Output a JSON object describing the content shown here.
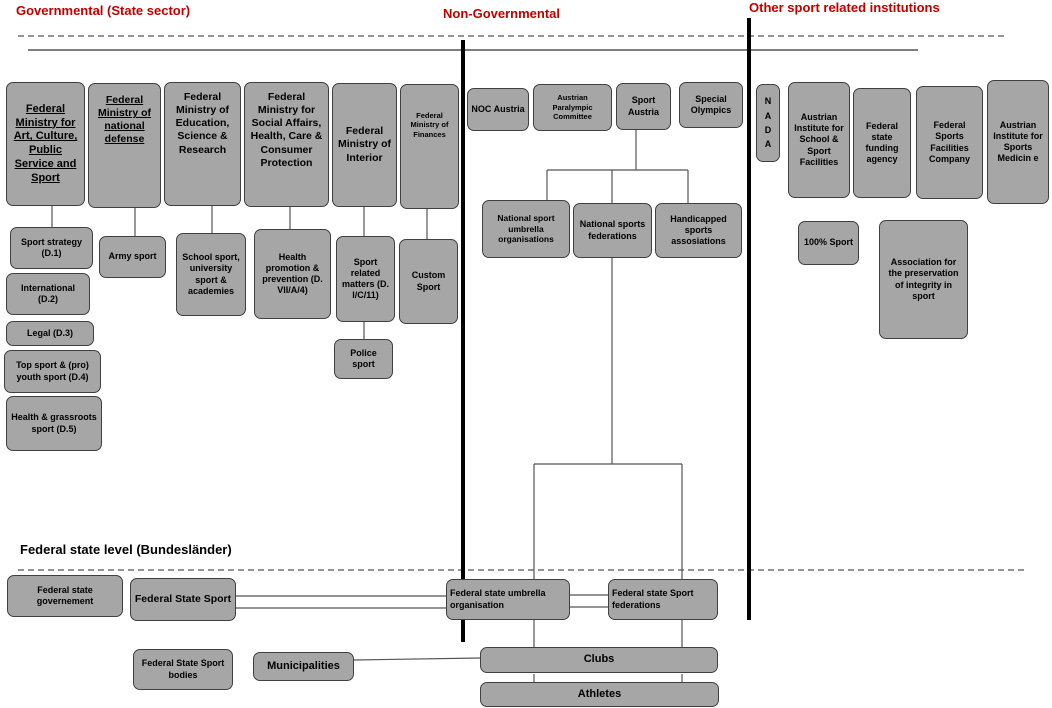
{
  "sections": {
    "governmental": "Governmental (State sector)",
    "non_governmental": "Non-Governmental",
    "other": "Other sport related institutions",
    "federal_state_level": "Federal state level (Bundesländer)"
  },
  "ministries": {
    "art_culture": "Federal Ministry for Art, Culture, Public Service and Sport",
    "defense": "Federal Ministry of national defense",
    "education": "Federal Ministry of Education, Science & Research",
    "social": "Federal Ministry for Social Affairs, Health, Care & Consumer Protection",
    "interior": "Federal Ministry of Interior",
    "finances": "Federal Ministry of Finances"
  },
  "departments": {
    "d1": "Sport strategy (D.1)",
    "d2": "International (D.2)",
    "d3": "Legal (D.3)",
    "d4": "Top sport & (pro) youth sport (D.4)",
    "d5": "Health & grassroots sport (D.5)",
    "army": "Army sport",
    "school": "School sport, university sport & academies",
    "health": "Health promotion & prevention (D. VII/A/4)",
    "sport_related": "Sport related matters (D. I/C/11)",
    "police": "Police sport",
    "custom": "Custom Sport"
  },
  "non_gov": {
    "noc": "NOC Austria",
    "paralympic": "Austrian Paralympic Committee",
    "sport_austria": "Sport Austria",
    "special_olympics": "Special Olympics",
    "umbrella": "National sport umbrella organisations",
    "federations": "National sports federations",
    "handicapped": "Handicapped sports assosiations"
  },
  "other": {
    "nada": "NADA",
    "school_facilities": "Austrian Institute for School & Sport Facilities",
    "funding": "Federal state funding agency",
    "facilities_company": "Federal Sports Facilities Company",
    "medicine": "Austrian Institute for Sports Medicin e",
    "sport100": "100% Sport",
    "integrity": "Association for the preservation of integrity in sport"
  },
  "federal_state": {
    "government": "Federal state governement",
    "sport": "Federal State Sport",
    "umbrella": "Federal state umbrella organisation",
    "federations": "Federal state Sport federations",
    "bodies": "Federal State Sport bodies",
    "municipalities": "Municipalities",
    "clubs": "Clubs",
    "athletes": "Athletes"
  }
}
